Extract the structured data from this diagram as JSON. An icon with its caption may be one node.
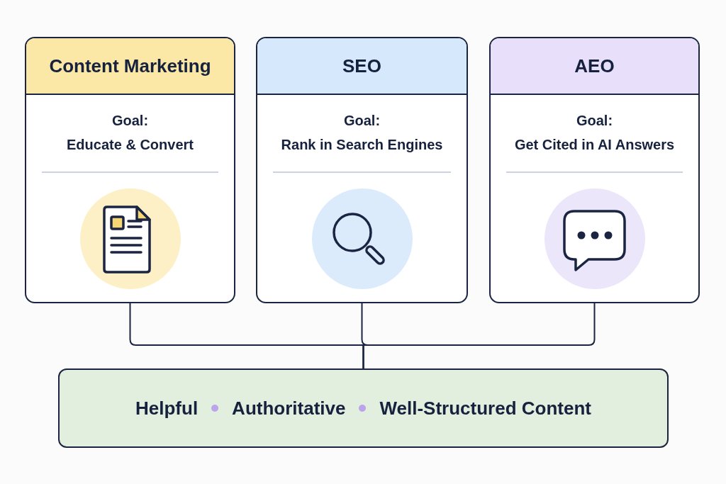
{
  "diagram": {
    "nodes": [
      {
        "text": [
          "Content Marketing",
          "Goal: Educate & Convert"
        ]
      },
      {
        "text": [
          "SEO",
          "Goal: Rank in Search Engines"
        ]
      },
      {
        "text": [
          "AEO",
          "Goal: Get Cited in AI Answers"
        ]
      },
      {
        "text": [
          "Helpful",
          "Authoritative",
          "Well-Structured Content"
        ]
      }
    ],
    "edges": [
      {
        "from": 0,
        "to": 3,
        "arrow": "none"
      },
      {
        "from": 1,
        "to": 3,
        "arrow": "none"
      },
      {
        "from": 2,
        "to": 3,
        "arrow": "none"
      }
    ]
  }
}
